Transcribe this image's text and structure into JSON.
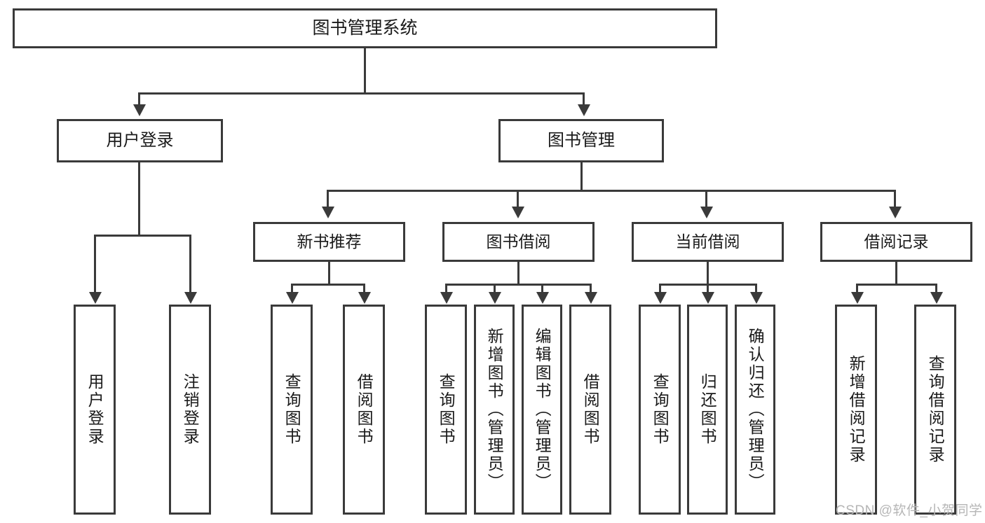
{
  "diagram": {
    "title": "图书管理系统",
    "type": "hierarchy-tree",
    "root": {
      "label": "图书管理系统",
      "id": "root"
    },
    "level2": [
      {
        "id": "user-login",
        "label": "用户登录"
      },
      {
        "id": "book-management",
        "label": "图书管理"
      }
    ],
    "level3": [
      {
        "id": "new-book-recommend",
        "label": "新书推荐",
        "parent": "book-management"
      },
      {
        "id": "book-borrow",
        "label": "图书借阅",
        "parent": "book-management"
      },
      {
        "id": "current-borrow",
        "label": "当前借阅",
        "parent": "book-management"
      },
      {
        "id": "borrow-record",
        "label": "借阅记录",
        "parent": "book-management"
      }
    ],
    "leaves": [
      {
        "id": "leaf-user-login",
        "label": "用户登录",
        "parent": "user-login"
      },
      {
        "id": "leaf-logout-login",
        "label": "注销登录",
        "parent": "user-login"
      },
      {
        "id": "leaf-query-book-1",
        "label": "查询图书",
        "parent": "new-book-recommend"
      },
      {
        "id": "leaf-borrow-book-1",
        "label": "借阅图书",
        "parent": "new-book-recommend"
      },
      {
        "id": "leaf-query-book-2",
        "label": "查询图书",
        "parent": "book-borrow"
      },
      {
        "id": "leaf-add-book",
        "label": "新增图书（管理员）",
        "parent": "book-borrow"
      },
      {
        "id": "leaf-edit-book",
        "label": "编辑图书（管理员）",
        "parent": "book-borrow"
      },
      {
        "id": "leaf-borrow-book-2",
        "label": "借阅图书",
        "parent": "book-borrow"
      },
      {
        "id": "leaf-query-book-3",
        "label": "查询图书",
        "parent": "current-borrow"
      },
      {
        "id": "leaf-return-book",
        "label": "归还图书",
        "parent": "current-borrow"
      },
      {
        "id": "leaf-confirm-return",
        "label": "确认归还（管理员）",
        "parent": "current-borrow"
      },
      {
        "id": "leaf-add-record",
        "label": "新增借阅记录",
        "parent": "borrow-record"
      },
      {
        "id": "leaf-query-record",
        "label": "查询借阅记录",
        "parent": "borrow-record"
      }
    ]
  },
  "watermark": {
    "text": "CSDN @软件_小贺同学"
  },
  "colors": {
    "stroke": "#3a3a3a",
    "text": "#1a1a1a",
    "background": "#ffffff",
    "watermark": "#b6b6b6"
  }
}
